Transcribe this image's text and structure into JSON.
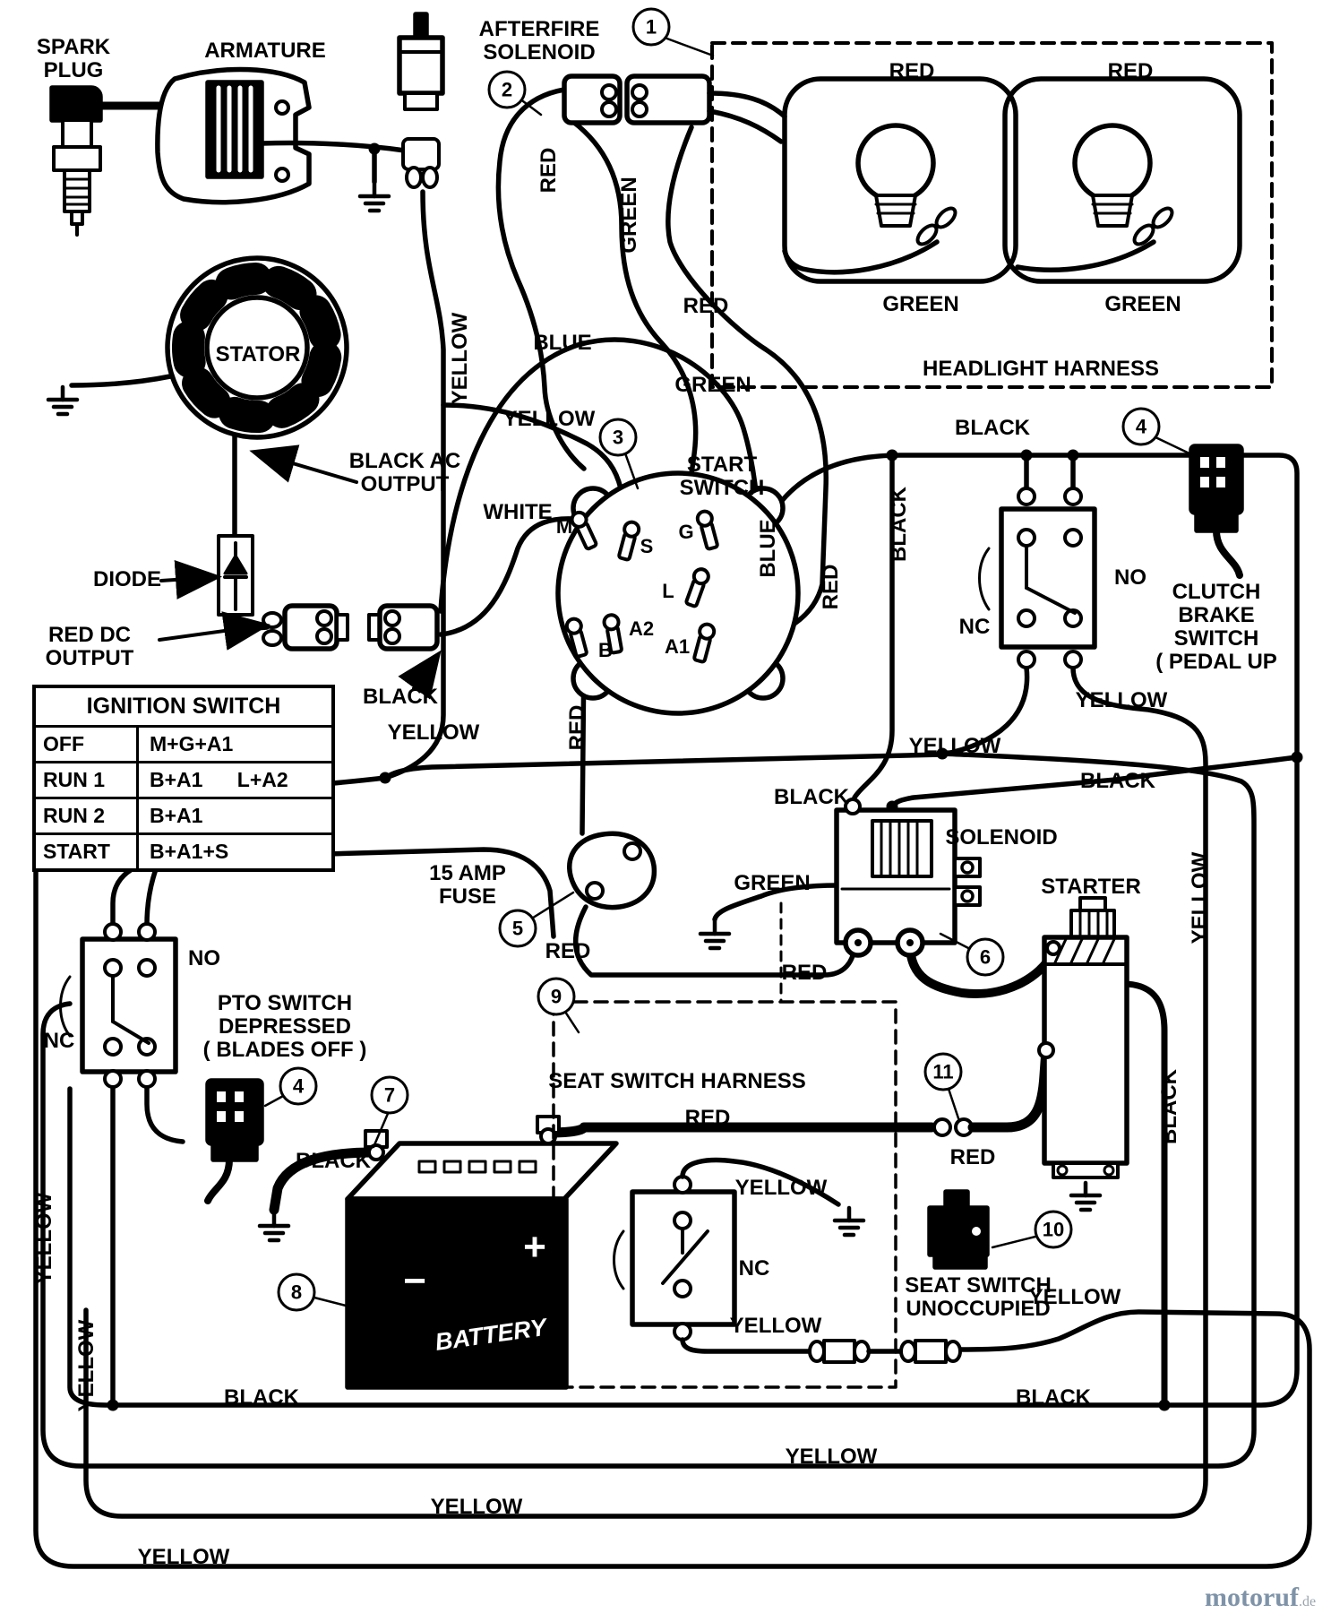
{
  "watermark": {
    "name": "motoruf",
    "tld": ".de"
  },
  "callouts": {
    "c1": "1",
    "c2": "2",
    "c3": "3",
    "c4": "4",
    "c5": "5",
    "c6": "6",
    "c7": "7",
    "c8": "8",
    "c9": "9",
    "c10": "10",
    "c11": "11"
  },
  "wire_colors": {
    "red": "RED",
    "green": "GREEN",
    "yellow": "YELLOW",
    "blue": "BLUE",
    "black": "BLACK",
    "white": "WHITE"
  },
  "switch_states": {
    "no": "NO",
    "nc": "NC"
  },
  "components": {
    "spark_plug": "SPARK\nPLUG",
    "armature": "ARMATURE",
    "afterfire_solenoid": "AFTERFIRE\nSOLENOID",
    "stator": "STATOR",
    "black_ac_output": "BLACK AC\nOUTPUT",
    "diode": "DIODE",
    "red_dc_output": "RED DC\nOUTPUT",
    "headlight_harness": "HEADLIGHT HARNESS",
    "start_switch": "START\nSWITCH",
    "clutch_brake_switch": "CLUTCH\nBRAKE\nSWITCH\n( PEDAL UP",
    "pto_switch": "PTO SWITCH\nDEPRESSED\n( BLADES OFF )",
    "fuse": "15 AMP\nFUSE",
    "solenoid": "SOLENOID",
    "starter": "STARTER",
    "battery": "BATTERY",
    "battery_plus": "+",
    "battery_minus": "−",
    "seat_switch_harness": "SEAT SWITCH HARNESS",
    "seat_switch": "SEAT SWITCH\nUNOCCUPIED"
  },
  "ignition_switch_table": {
    "title": "IGNITION SWITCH",
    "rows": [
      {
        "mode": "OFF",
        "circuit": "M+G+A1"
      },
      {
        "mode": "RUN 1",
        "circuit": "B+A1      L+A2"
      },
      {
        "mode": "RUN 2",
        "circuit": "B+A1"
      },
      {
        "mode": "START",
        "circuit": "B+A1+S"
      }
    ]
  },
  "ignition_terminals": {
    "m": "M",
    "s": "S",
    "g": "G",
    "l": "L",
    "a2": "A2",
    "a1": "A1",
    "b": "B"
  }
}
